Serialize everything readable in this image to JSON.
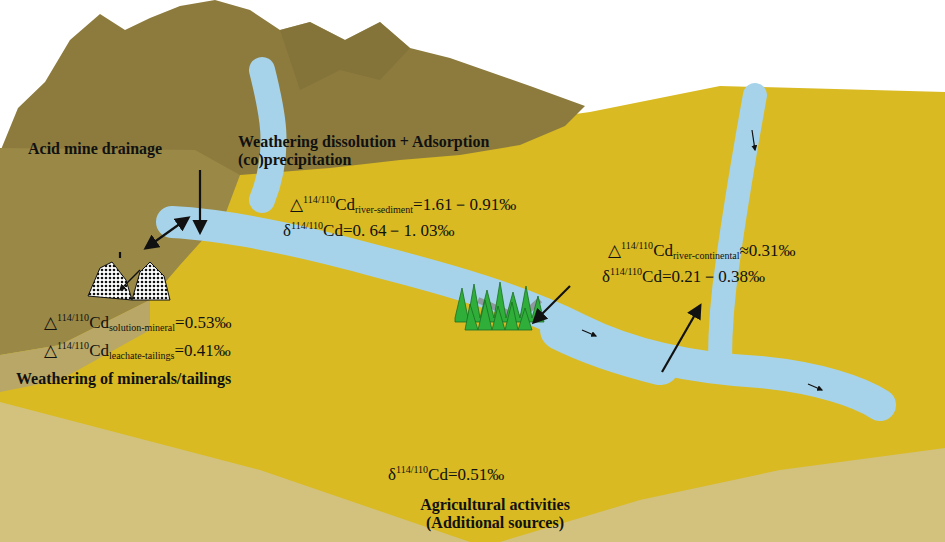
{
  "diagram": {
    "labels": [
      "Acid mine drainage",
      "Weathering dissolution + Adsorption (co)precipitation",
      "△114/110Cdriver-sediment=1.61－0.91‰",
      "δ114/110Cd=0. 64－1. 03‰",
      "△114/110Cdsolution-mineral=0.53‰",
      "△114/110Cdleachate-tailings=0.41‰",
      "Weathering of minerals/tailings",
      "δ114/110Cd=0.51‰",
      "Agricultural activities (Additional sources)",
      "△114/110Cdriver-continental≈0.31‰",
      "δ114/110Cd=0.21－0.38‰"
    ]
  }
}
